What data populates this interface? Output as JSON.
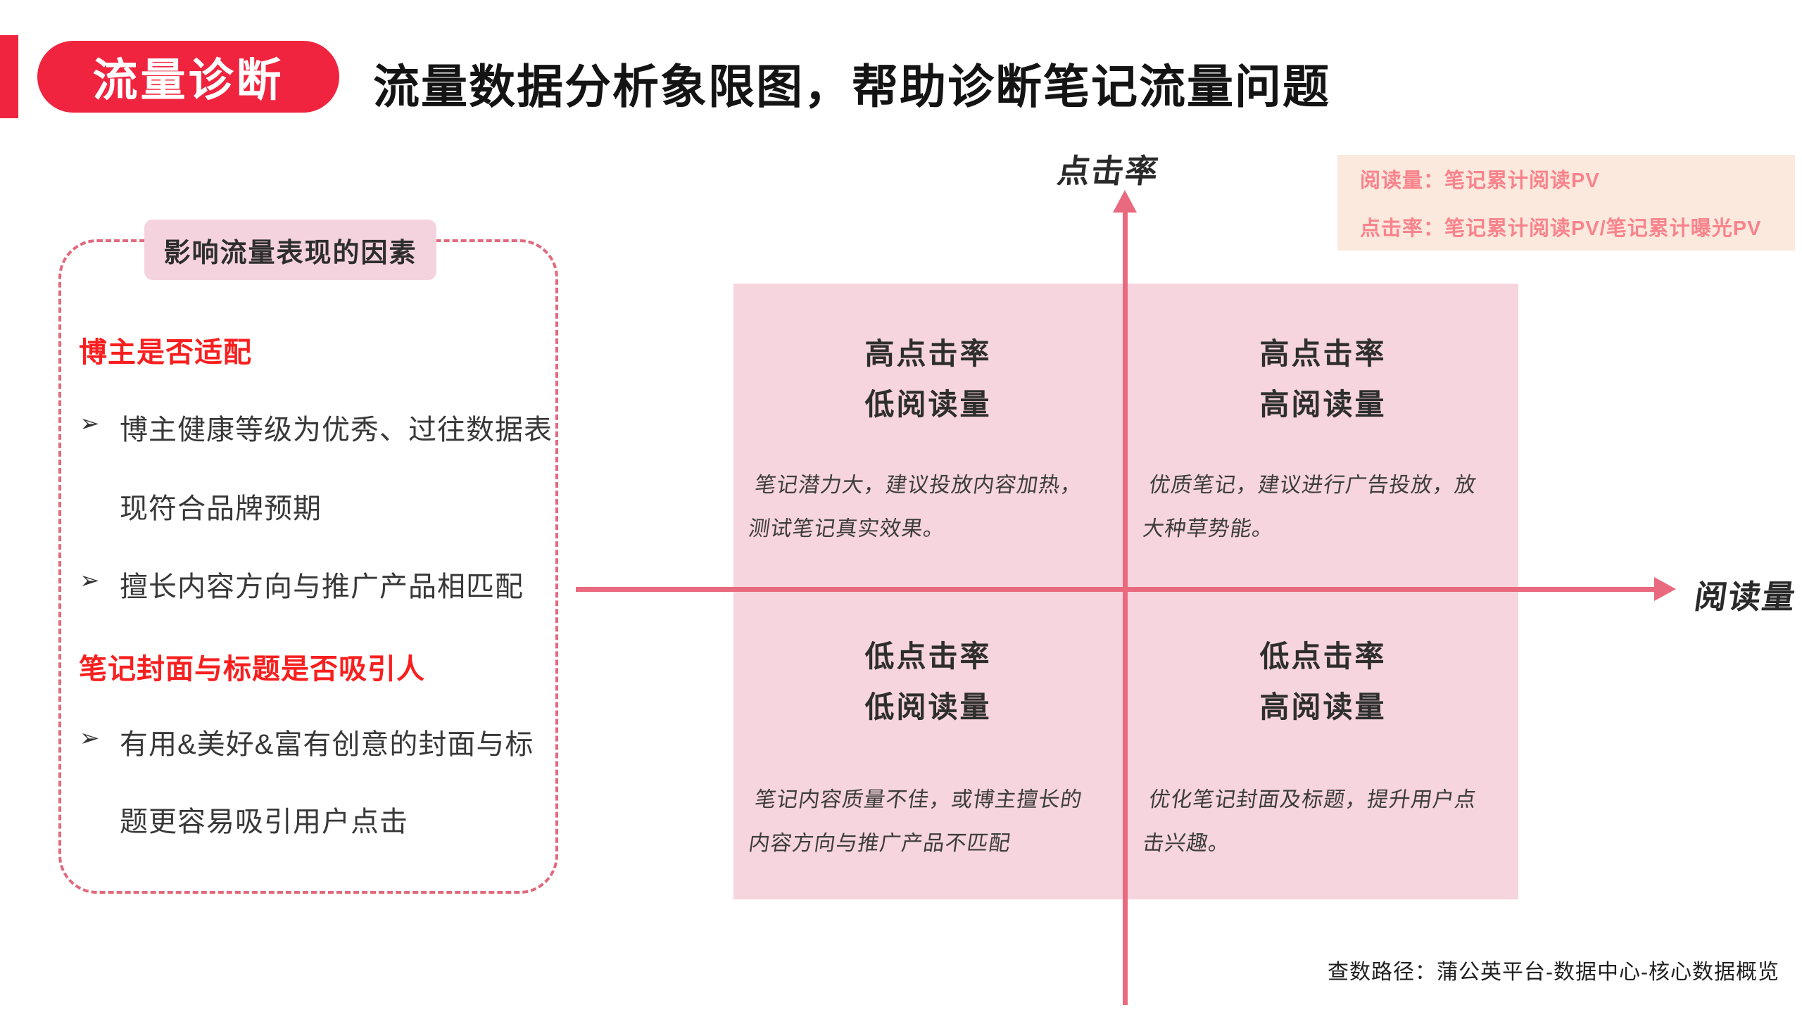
{
  "header": {
    "badge": "流量诊断",
    "title": "流量数据分析象限图，帮助诊断笔记流量问题"
  },
  "definitions": {
    "read_volume": "阅读量：笔记累计阅读PV",
    "click_rate": "点击率：笔记累计阅读PV/笔记累计曝光PV"
  },
  "factors_panel": {
    "tab_title": "影响流量表现的因素",
    "bullet_glyph": "➢",
    "section1": {
      "heading": "博主是否适配",
      "bullet1_line1": "博主健康等级为优秀、过往数据表",
      "bullet1_line2": "现符合品牌预期",
      "bullet2": "擅长内容方向与推广产品相匹配"
    },
    "section2": {
      "heading": "笔记封面与标题是否吸引人",
      "bullet1_line1": "有用&美好&富有创意的封面与标",
      "bullet1_line2": "题更容易吸引用户点击"
    }
  },
  "quadrant_chart": {
    "type": "quadrant",
    "y_axis_label": "点击率",
    "x_axis_label": "阅读量",
    "quadrants": [
      {
        "position": "top-left",
        "title_line1": "高点击率",
        "title_line2": "低阅读量",
        "description": "笔记潜力大，建议投放内容加热，测试笔记真实效果。"
      },
      {
        "position": "top-right",
        "title_line1": "高点击率",
        "title_line2": "高阅读量",
        "description": "优质笔记，建议进行广告投放，放大种草势能。"
      },
      {
        "position": "bottom-left",
        "title_line1": "低点击率",
        "title_line2": "低阅读量",
        "description": "笔记内容质量不佳，或博主擅长的内容方向与推广产品不匹配"
      },
      {
        "position": "bottom-right",
        "title_line1": "低点击率",
        "title_line2": "高阅读量",
        "description": "优化笔记封面及标题，提升用户点击兴趣。"
      }
    ],
    "colors": {
      "brand_red": "#F0243F",
      "axis_pink": "#E96A7E",
      "quadrant_bg": "#F6D5DE",
      "definitions_bg": "#FAE9DC",
      "definitions_text": "#F9838D",
      "red_text": "#F81F1F"
    }
  },
  "footer": {
    "data_path": "查数路径：蒲公英平台-数据中心-核心数据概览"
  }
}
